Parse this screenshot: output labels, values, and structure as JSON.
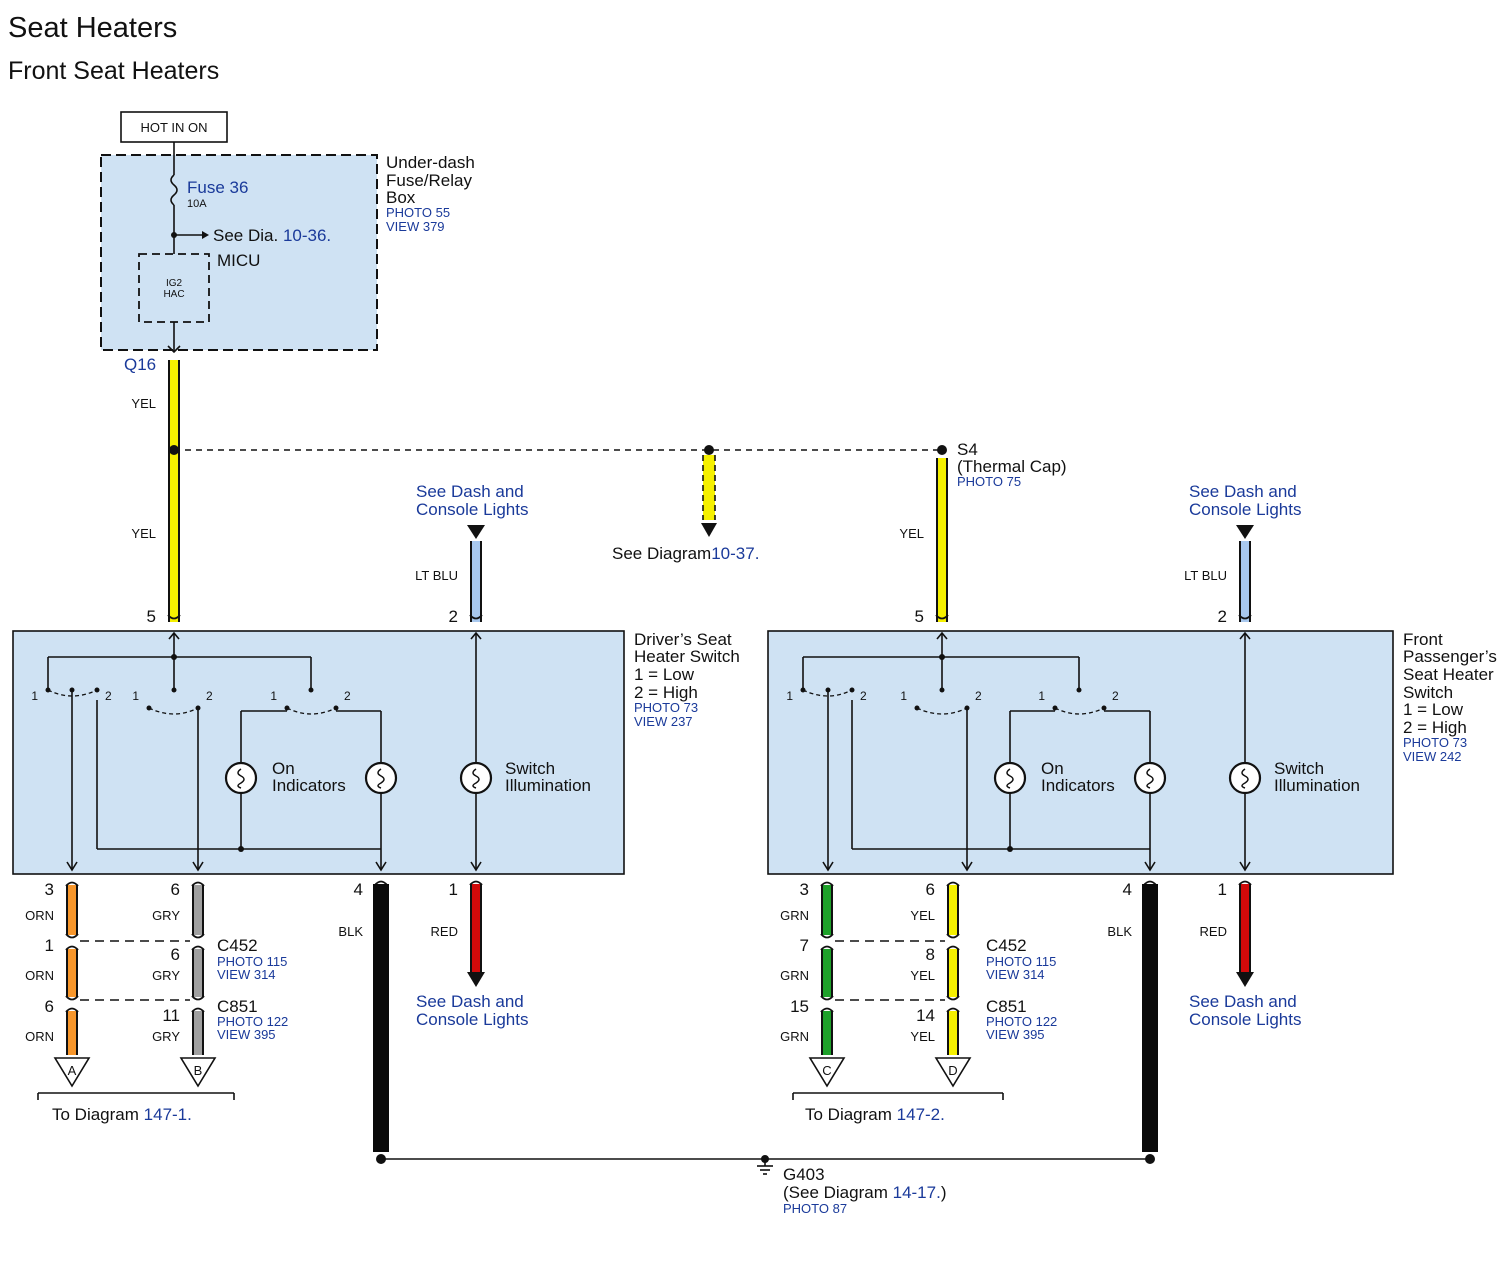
{
  "page": {
    "title": "Seat Heaters",
    "subtitle": "Front Seat Heaters"
  },
  "colors": {
    "yel": "#f5f000",
    "ltblu": "#a8c8ee",
    "orn": "#f7962b",
    "gry": "#a0a0a0",
    "grn": "#1ea12a",
    "red": "#d10a0a",
    "blk": "#0a0a0a",
    "box": "#cfe2f3",
    "link": "#1a3a9a"
  },
  "power": {
    "label": "HOT IN ON"
  },
  "fuse_box": {
    "name_lines": [
      "Under-dash",
      "Fuse/Relay",
      "Box"
    ],
    "photo": "PHOTO 55",
    "view": "VIEW 379",
    "fuse": "Fuse 36",
    "amp": "10A",
    "see_prefix": "See Dia.",
    "see_ref": "10-36.",
    "micu": "MICU",
    "micu_lines": [
      "IG2",
      "HAC"
    ]
  },
  "connector_q16": "Q16",
  "splice": {
    "name": "S4",
    "desc": "(Thermal Cap)",
    "photo": "PHOTO 75"
  },
  "see_diagram_10_37": {
    "prefix": "See Diagram",
    "ref": "10-37."
  },
  "dash_lights_lines": [
    "See Dash and",
    "Console Lights"
  ],
  "wires": {
    "yel": "YEL",
    "ltblu": "LT BLU",
    "orn": "ORN",
    "gry": "GRY",
    "grn": "GRN",
    "blk": "BLK",
    "red": "RED"
  },
  "driver": {
    "name_lines": [
      "Driver’s Seat",
      "Heater Switch",
      "1 = Low",
      "2 = High"
    ],
    "photo": "PHOTO 73",
    "view": "VIEW 237",
    "pins_top": {
      "pwr": "5",
      "ill": "2"
    },
    "pins_bottom": {
      "a": "3",
      "b": "6",
      "gnd": "4",
      "ill": "1"
    },
    "c452_pins": {
      "a": "1",
      "b": "6"
    },
    "c851_pins": {
      "a": "6",
      "b": "11"
    },
    "refs": {
      "a": "A",
      "b": "B"
    },
    "to_prefix": "To Diagram",
    "to_ref": "147-1."
  },
  "passenger": {
    "name_lines": [
      "Front",
      "Passenger’s",
      "Seat Heater",
      "Switch",
      "1 = Low",
      "2 = High"
    ],
    "photo": "PHOTO 73",
    "view": "VIEW 242",
    "pins_top": {
      "pwr": "5",
      "ill": "2"
    },
    "pins_bottom": {
      "a": "3",
      "b": "6",
      "gnd": "4",
      "ill": "1"
    },
    "c452_pins": {
      "a": "7",
      "b": "8"
    },
    "c851_pins": {
      "a": "15",
      "b": "14"
    },
    "refs": {
      "a": "C",
      "b": "D"
    },
    "to_prefix": "To Diagram",
    "to_ref": "147-2."
  },
  "switch_labels": {
    "one": "1",
    "two": "2"
  },
  "indicators_lines": [
    "On",
    "Indicators"
  ],
  "illumination_lines": [
    "Switch",
    "Illumination"
  ],
  "c452": {
    "name": "C452",
    "photo": "PHOTO 115",
    "view": "VIEW 314"
  },
  "c851": {
    "name": "C851",
    "photo": "PHOTO 122",
    "view": "VIEW 395"
  },
  "ground": {
    "name": "G403",
    "see_prefix": "(See Diagram",
    "see_ref": "14-17.",
    "see_suffix": ")",
    "photo": "PHOTO 87"
  }
}
